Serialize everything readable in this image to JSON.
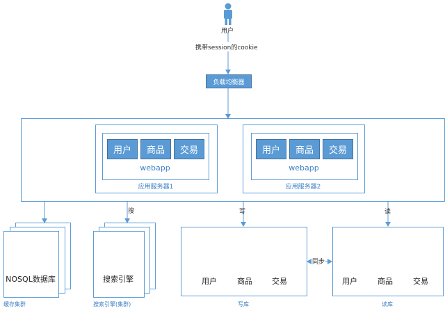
{
  "user": {
    "label": "用户"
  },
  "edge_user_lb": {
    "label": "携带session的cookie"
  },
  "load_balancer": {
    "label": "负载均衡器"
  },
  "servers": [
    {
      "modules": [
        "用户",
        "商品",
        "交易"
      ],
      "webapp": "webapp",
      "caption": "应用服务器1"
    },
    {
      "modules": [
        "用户",
        "商品",
        "交易"
      ],
      "webapp": "webapp",
      "caption": "应用服务器2"
    }
  ],
  "edges": {
    "search": "搜",
    "write": "写",
    "read": "读",
    "sync": "同步"
  },
  "cache": {
    "label": "NOSQL数据库",
    "caption": "缓存集群"
  },
  "search_engine": {
    "label": "搜索引擎",
    "caption": "搜索引擎(集群)"
  },
  "write_db": {
    "dbs": [
      "用户",
      "商品",
      "交易"
    ],
    "caption": "写库"
  },
  "read_db": {
    "dbs": [
      "用户",
      "商品",
      "交易"
    ],
    "caption": "读库"
  },
  "colors": {
    "accent": "#5b9bd5",
    "border": "#41719c",
    "text_blue": "#3b7fc4"
  }
}
